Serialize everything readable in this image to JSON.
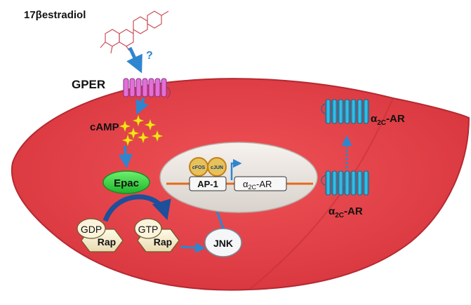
{
  "labels": {
    "estradiol": "17βestradiol",
    "question": "?",
    "gper": "GPER",
    "camp": "cAMP",
    "epac": "Epac",
    "gdp": "GDP",
    "gtp": "GTP",
    "rap_left": "Rap",
    "rap_right": "Rap",
    "jnk": "JNK",
    "cfos": "cFOS",
    "cjun": "cJUN",
    "ap1": "AP-1",
    "alpha_gene": "α",
    "alpha_gene_sub": "2C",
    "alpha_gene_suffix": "-AR",
    "alpha_top": "α",
    "alpha_top_sub": "2C",
    "alpha_top_suffix": "-AR",
    "alpha_bottom": "α",
    "alpha_bottom_sub": "2C",
    "alpha_bottom_suffix": "-AR"
  },
  "colors": {
    "cell": "#e8434b",
    "cell_edge": "#b42a32",
    "nucleus": "#ebe6e1",
    "gper_receptor": "#e36fd6",
    "ar_receptor": "#23a8cf",
    "arrow": "#2e86d0",
    "epac": "#3fd94a",
    "camp_star": "#f6e21a"
  }
}
